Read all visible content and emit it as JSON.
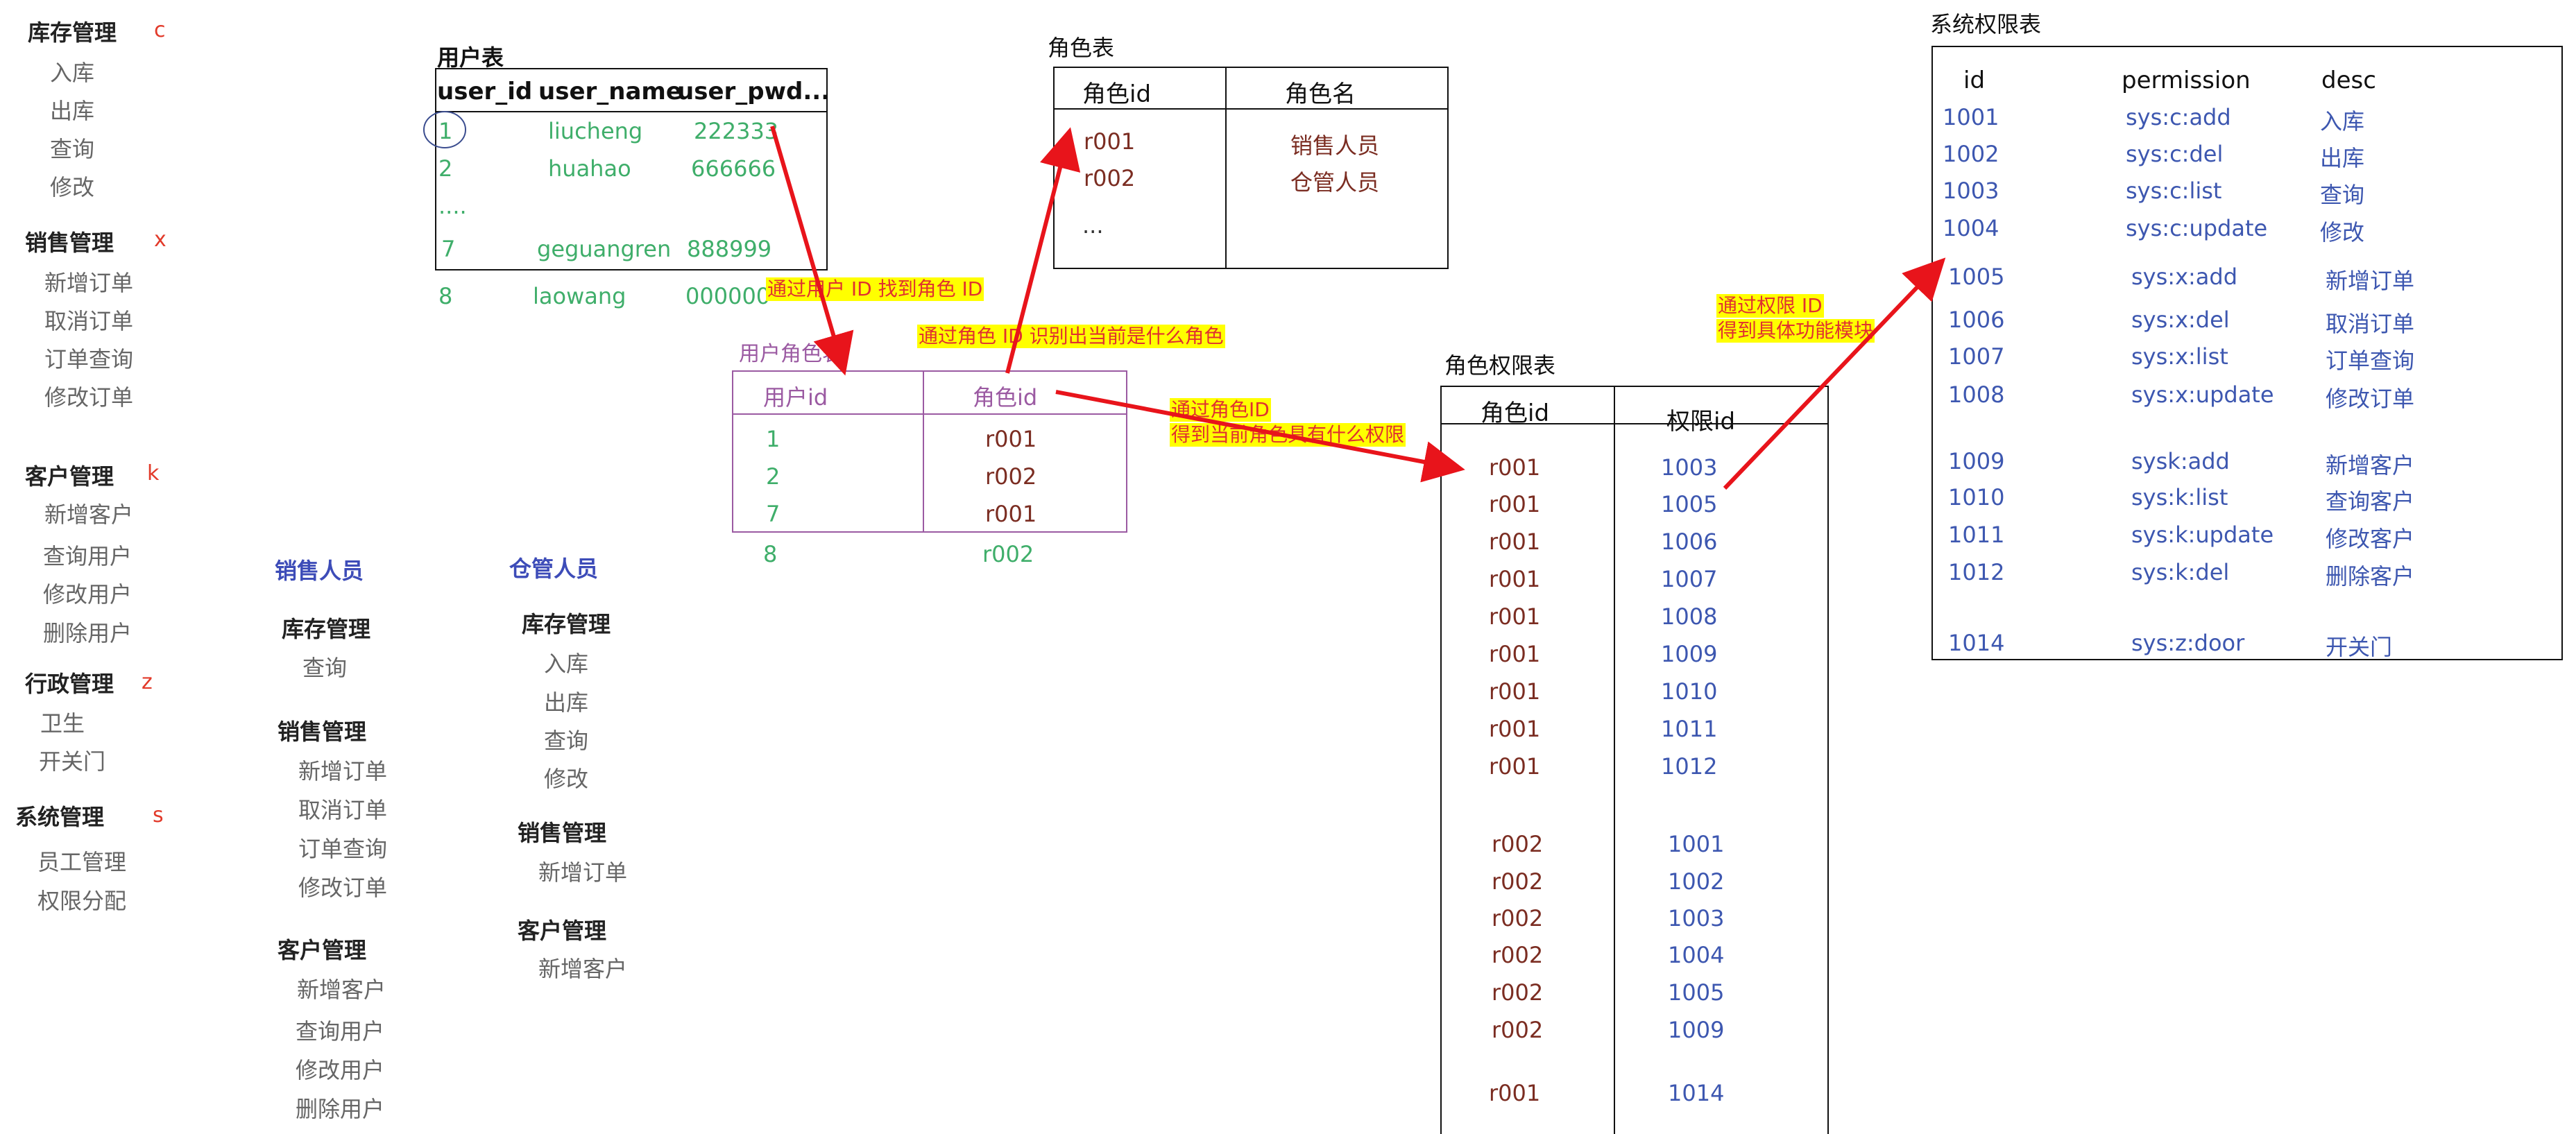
{
  "left_menu": [
    {
      "title": "库存管理",
      "code": "c",
      "items": [
        "入库",
        "出库",
        "查询",
        "修改"
      ]
    },
    {
      "title": "销售管理",
      "code": "x",
      "items": [
        "新增订单",
        "取消订单",
        "订单查询",
        "修改订单"
      ]
    },
    {
      "title": "客户管理",
      "code": "k",
      "items": [
        "新增客户",
        "查询用户",
        "修改用户",
        "删除用户"
      ]
    },
    {
      "title": "行政管理",
      "code": "z",
      "items": [
        "卫生",
        "开关门"
      ]
    },
    {
      "title": "系统管理",
      "code": "s",
      "items": [
        "员工管理",
        "权限分配"
      ]
    }
  ],
  "sales_role": {
    "title": "销售人员",
    "groups": [
      {
        "title": "库存管理",
        "items": [
          "查询"
        ]
      },
      {
        "title": "销售管理",
        "items": [
          "新增订单",
          "取消订单",
          "订单查询",
          "修改订单"
        ]
      },
      {
        "title": "客户管理",
        "items": [
          "新增客户",
          "查询用户",
          "修改用户",
          "删除用户"
        ]
      }
    ]
  },
  "warehouse_role": {
    "title": "仓管人员",
    "groups": [
      {
        "title": "库存管理",
        "items": [
          "入库",
          "出库",
          "查询",
          "修改"
        ]
      },
      {
        "title": "销售管理",
        "items": [
          "新增订单"
        ]
      },
      {
        "title": "客户管理",
        "items": [
          "新增客户"
        ]
      }
    ]
  },
  "user_table": {
    "title": "用户表",
    "headers": [
      "user_id",
      "user_name",
      "user_pwd..."
    ],
    "rows": [
      [
        "1",
        "liucheng",
        "222333"
      ],
      [
        "2",
        "huahao",
        "666666"
      ],
      [
        "....",
        "",
        ""
      ],
      [
        "7",
        "geguangren",
        "888999"
      ]
    ],
    "extra_row": [
      "8",
      "laowang",
      "000000"
    ]
  },
  "role_table": {
    "title": "角色表",
    "headers": [
      "角色id",
      "角色名"
    ],
    "rows": [
      [
        "r001",
        "销售人员"
      ],
      [
        "r002",
        "仓管人员"
      ],
      [
        "...",
        ""
      ]
    ]
  },
  "user_role_table": {
    "title": "用户角色表",
    "headers": [
      "用户id",
      "角色id"
    ],
    "rows": [
      [
        "1",
        "r001"
      ],
      [
        "2",
        "r002"
      ],
      [
        "7",
        "r001"
      ]
    ],
    "extra_row": [
      "8",
      "r002"
    ]
  },
  "role_perm_table": {
    "title": "角色权限表",
    "headers": [
      "角色id",
      "权限id"
    ],
    "rows": [
      [
        "r001",
        "1003"
      ],
      [
        "r001",
        "1005"
      ],
      [
        "r001",
        "1006"
      ],
      [
        "r001",
        "1007"
      ],
      [
        "r001",
        "1008"
      ],
      [
        "r001",
        "1009"
      ],
      [
        "r001",
        "1010"
      ],
      [
        "r001",
        "1011"
      ],
      [
        "r001",
        "1012"
      ],
      [
        "r002",
        "1001"
      ],
      [
        "r002",
        "1002"
      ],
      [
        "r002",
        "1003"
      ],
      [
        "r002",
        "1004"
      ],
      [
        "r002",
        "1005"
      ],
      [
        "r002",
        "1009"
      ],
      [
        "r001",
        "1014"
      ]
    ]
  },
  "perm_table": {
    "title": "系统权限表",
    "headers": [
      "id",
      "permission",
      "desc"
    ],
    "rows": [
      [
        "1001",
        "sys:c:add",
        "入库"
      ],
      [
        "1002",
        "sys:c:del",
        "出库"
      ],
      [
        "1003",
        "sys:c:list",
        "查询"
      ],
      [
        "1004",
        "sys:c:update",
        "修改"
      ],
      [
        "1005",
        "sys:x:add",
        "新增订单"
      ],
      [
        "1006",
        "sys:x:del",
        "取消订单"
      ],
      [
        "1007",
        "sys:x:list",
        "订单查询"
      ],
      [
        "1008",
        "sys:x:update",
        "修改订单"
      ],
      [
        "1009",
        "sysk:add",
        "新增客户"
      ],
      [
        "1010",
        "sys:k:list",
        "查询客户"
      ],
      [
        "1011",
        "sys:k:update",
        "修改客户"
      ],
      [
        "1012",
        "sys:k:del",
        "删除客户"
      ],
      [
        "1014",
        "sys:z:door",
        "开关门"
      ]
    ]
  },
  "notes": {
    "n1": "通过用户 ID 找到角色 ID",
    "n2": "通过角色 ID 识别出当前是什么角色",
    "n3a": "通过角色ID",
    "n3b": "得到当前角色具有什么权限",
    "n4a": "通过权限 ID",
    "n4b": "得到具体功能模块"
  },
  "colors": {
    "arrow": "#e8141b",
    "note_bg": "#ffff00",
    "note_text": "#e03030",
    "green": "#3fae6a",
    "brown": "#7b2d22",
    "blue": "#3d57b0",
    "purple": "#9b5aa2"
  }
}
